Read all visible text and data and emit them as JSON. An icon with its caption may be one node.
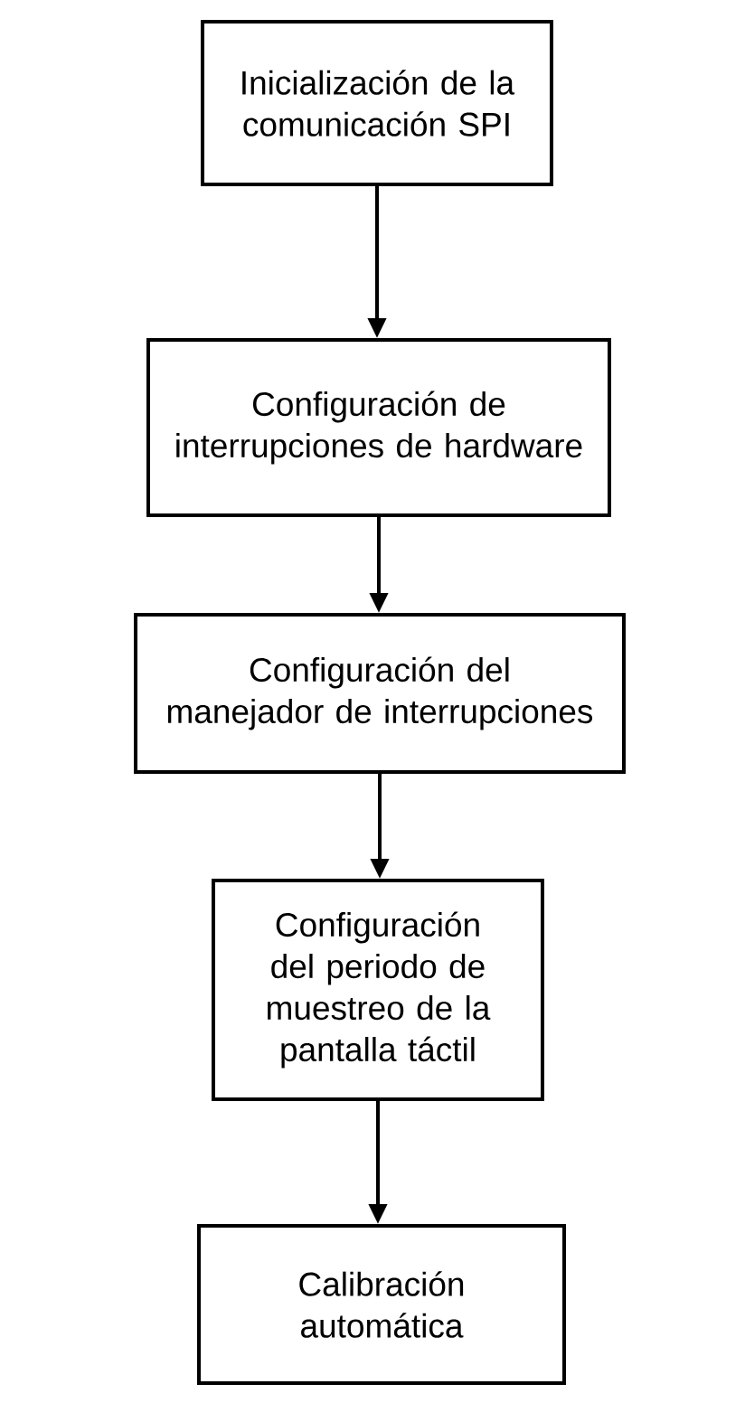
{
  "diagram": {
    "nodes": [
      {
        "text": [
          "Inicialización de la comunicación SPI"
        ]
      },
      {
        "text": [
          "Configuración de interrupciones de hardware"
        ]
      },
      {
        "text": [
          "Configuración del manejador de interrupciones"
        ]
      },
      {
        "text": [
          "Configuración del periodo de muestreo de la pantalla táctil"
        ]
      },
      {
        "text": [
          "Calibración automática"
        ]
      }
    ],
    "edges": [
      {
        "from": 0,
        "to": 1,
        "arrow": "to"
      },
      {
        "from": 1,
        "to": 2,
        "arrow": "to"
      },
      {
        "from": 2,
        "to": 3,
        "arrow": "to"
      },
      {
        "from": 3,
        "to": 4,
        "arrow": "to"
      }
    ]
  }
}
